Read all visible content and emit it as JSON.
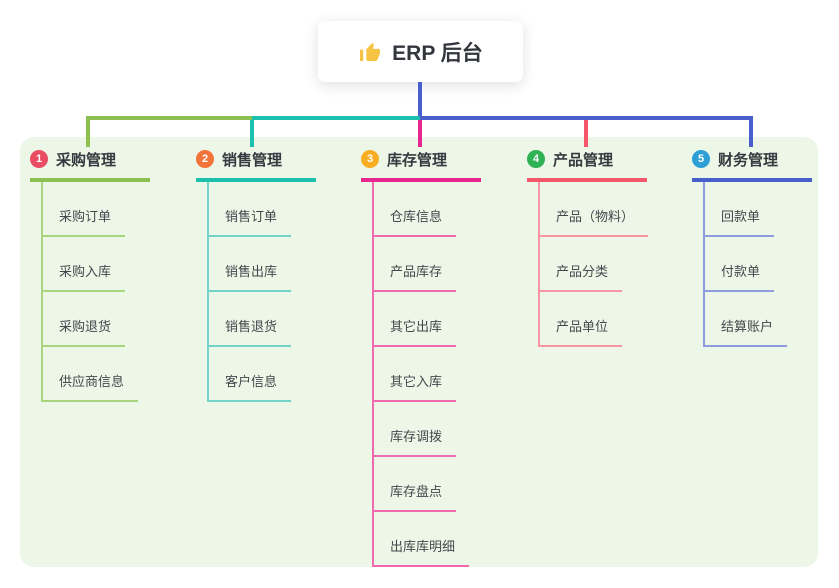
{
  "root": {
    "label": "ERP 后台",
    "icon": "thumbs-up-icon",
    "icon_color": "#f6c343"
  },
  "connectors": {
    "root_line_color": "#4a5fce",
    "segments": [
      {
        "name": "segment-left",
        "color": "#8cc152"
      },
      {
        "name": "segment-middle",
        "color": "#1dbfad"
      },
      {
        "name": "segment-right",
        "color": "#4a5fce"
      }
    ],
    "drops": [
      {
        "name": "drop-purchase",
        "color": "#8cc152"
      },
      {
        "name": "drop-sales",
        "color": "#1dbfad"
      },
      {
        "name": "drop-inventory",
        "color": "#e8268f"
      },
      {
        "name": "drop-product",
        "color": "#f4566b"
      },
      {
        "name": "drop-finance",
        "color": "#4a5fce"
      }
    ]
  },
  "panel_color": "#edf7e8",
  "branches": [
    {
      "index": "1",
      "label": "采购管理",
      "badge_color": "#ea4c63",
      "line_color": "#8cc152",
      "child_line_color": "#a9d57e",
      "children": [
        "采购订单",
        "采购入库",
        "采购退货",
        "供应商信息"
      ]
    },
    {
      "index": "2",
      "label": "销售管理",
      "badge_color": "#f2743a",
      "line_color": "#1dbfad",
      "child_line_color": "#72d3c6",
      "children": [
        "销售订单",
        "销售出库",
        "销售退货",
        "客户信息"
      ]
    },
    {
      "index": "3",
      "label": "库存管理",
      "badge_color": "#f9ad23",
      "line_color": "#e8268f",
      "child_line_color": "#f06ab0",
      "children": [
        "仓库信息",
        "产品库存",
        "其它出库",
        "其它入库",
        "库存调拨",
        "库存盘点",
        "出库库明细"
      ]
    },
    {
      "index": "4",
      "label": "产品管理",
      "badge_color": "#2fb254",
      "line_color": "#f4566b",
      "child_line_color": "#f895a3",
      "children": [
        "产品（物料）",
        "产品分类",
        "产品单位"
      ]
    },
    {
      "index": "5",
      "label": "财务管理",
      "badge_color": "#2d9fd6",
      "line_color": "#4a5fce",
      "child_line_color": "#8e9cdf",
      "children": [
        "回款单",
        "付款单",
        "结算账户"
      ]
    }
  ]
}
